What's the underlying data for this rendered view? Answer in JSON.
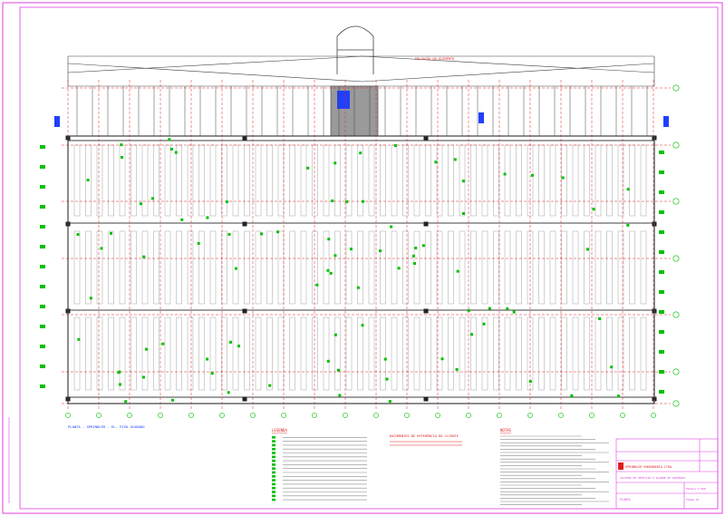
{
  "drawing": {
    "annex_title": "FOLIAÇÃO DO ELEMENTO",
    "plan_caption": "PLANTA - SPRINKLER - EL. PISO ACABADO",
    "legend_title": "LEGENDA",
    "reference_title": "DOCUMENTOS DE REFERÊNCIA DO CLIENTE",
    "notes_title": "NOTAS",
    "company": "SPRINKLER ENGENHARIA LTDA.",
    "project_line": "SISTEMA DE DETECÇÃO E ALARME DE INCÊNDIO",
    "sheet_subject": "PLANTA",
    "scale_label": "ESCALA 1:200",
    "sheet_number": "FOLHA 01"
  },
  "colors": {
    "border": "#e040e0",
    "grid": "#e02020",
    "pipe": "#404040",
    "device": "#00c000",
    "accent": "#2040ff",
    "room": "#9a9a9a"
  }
}
